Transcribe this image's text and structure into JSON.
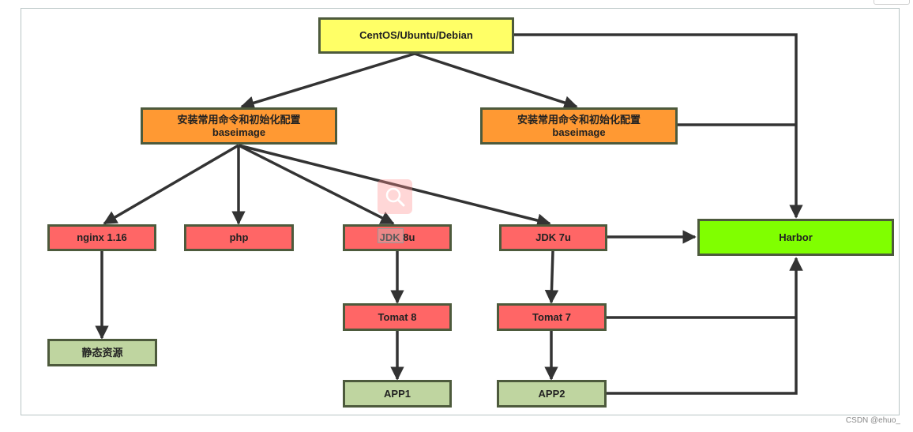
{
  "diagram": {
    "nodes": {
      "os": {
        "line1": "CentOS/Ubuntu/Debian"
      },
      "base_left": {
        "line1": "安装常用命令和初始化配置",
        "line2": "baseimage"
      },
      "base_right": {
        "line1": "安装常用命令和初始化配置",
        "line2": "baseimage"
      },
      "nginx": {
        "line1": "nginx 1.16"
      },
      "php": {
        "line1": "php"
      },
      "jdk8": {
        "line1": "JDK 8u"
      },
      "jdk7": {
        "line1": "JDK 7u"
      },
      "harbor": {
        "line1": "Harbor"
      },
      "static": {
        "line1": "静态资源"
      },
      "tomcat8": {
        "line1": "Tomat 8"
      },
      "tomcat7": {
        "line1": "Tomat 7"
      },
      "app1": {
        "line1": "APP1"
      },
      "app2": {
        "line1": "APP2"
      }
    },
    "edges": [
      [
        "os",
        "base_left"
      ],
      [
        "os",
        "base_right"
      ],
      [
        "os",
        "harbor"
      ],
      [
        "base_right",
        "harbor"
      ],
      [
        "base_left",
        "nginx"
      ],
      [
        "base_left",
        "php"
      ],
      [
        "base_left",
        "jdk8"
      ],
      [
        "base_left",
        "jdk7"
      ],
      [
        "nginx",
        "static"
      ],
      [
        "jdk8",
        "tomcat8"
      ],
      [
        "tomcat8",
        "app1"
      ],
      [
        "jdk7",
        "tomcat7"
      ],
      [
        "tomcat7",
        "app2"
      ],
      [
        "jdk7",
        "harbor"
      ],
      [
        "tomcat7",
        "harbor"
      ],
      [
        "app2",
        "harbor"
      ]
    ],
    "colors": {
      "os": "#ffff66",
      "base": "#ff9933",
      "service": "#ff6666",
      "leaf": "#bfd5a0",
      "harbor": "#80ff00",
      "border": "#4d5a3c",
      "arrow": "#333333"
    }
  },
  "watermark": "CSDN @ehuo_",
  "overlay_icon": "search-icon"
}
